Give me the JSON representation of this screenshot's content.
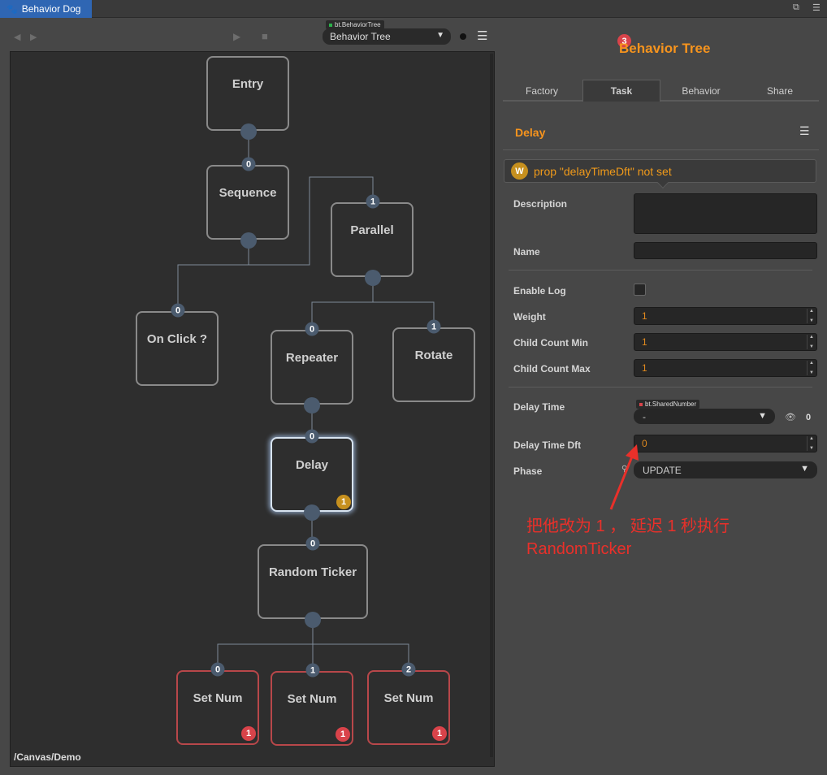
{
  "window": {
    "tab_label": "Behavior Dog",
    "tab_icon": "paw-icon",
    "maximize_icon": "restore-icon",
    "menu_icon": "menu-icon"
  },
  "toolbar": {
    "tree_type": "bt.BehaviorTree",
    "tree_select": "Behavior Tree"
  },
  "canvas": {
    "path": "/Canvas/Demo",
    "nodes": [
      {
        "id": "entry",
        "label": "Entry",
        "status": "normal"
      },
      {
        "id": "sequence",
        "label": "Sequence",
        "status": "normal",
        "index": "0"
      },
      {
        "id": "parallel",
        "label": "Parallel",
        "status": "normal",
        "index": "1"
      },
      {
        "id": "onclick",
        "label": "On Click ?",
        "status": "normal",
        "index": "0"
      },
      {
        "id": "repeater",
        "label": "Repeater",
        "status": "normal",
        "index": "0"
      },
      {
        "id": "rotate",
        "label": "Rotate",
        "status": "normal",
        "index": "1"
      },
      {
        "id": "delay",
        "label": "Delay",
        "status": "selected",
        "index": "0",
        "warnings": "1"
      },
      {
        "id": "random",
        "label": "Random Ticker",
        "status": "normal",
        "index": "0"
      },
      {
        "id": "setnum0",
        "label": "Set Num",
        "status": "error",
        "index": "0",
        "errors": "1"
      },
      {
        "id": "setnum1",
        "label": "Set Num",
        "status": "error",
        "index": "1",
        "errors": "1"
      },
      {
        "id": "setnum2",
        "label": "Set Num",
        "status": "error",
        "index": "2",
        "errors": "1"
      }
    ]
  },
  "inspector": {
    "title": "Behavior Tree",
    "title_count": "3",
    "tabs": [
      "Factory",
      "Task",
      "Behavior",
      "Share"
    ],
    "active_tab": "Task",
    "section": "Delay",
    "warning_letter": "W",
    "warning_text": "prop \"delayTimeDft\" not set",
    "fields": {
      "description_label": "Description",
      "description_value": "",
      "name_label": "Name",
      "name_value": "",
      "enable_log_label": "Enable Log",
      "enable_log_value": false,
      "weight_label": "Weight",
      "weight_value": "1",
      "child_min_label": "Child Count Min",
      "child_min_value": "1",
      "child_max_label": "Child Count Max",
      "child_max_value": "1",
      "delay_time_label": "Delay Time",
      "delay_time_type": "bt.SharedNumber",
      "delay_time_value": "-",
      "delay_time_count": "0",
      "delay_dft_label": "Delay Time Dft",
      "delay_dft_value": "0",
      "phase_label": "Phase",
      "phase_value": "UPDATE"
    }
  },
  "annotation": {
    "line1": "把他改为 1 ， 延迟 1 秒执行",
    "line2": "RandomTicker",
    "color": "#e9302a"
  }
}
